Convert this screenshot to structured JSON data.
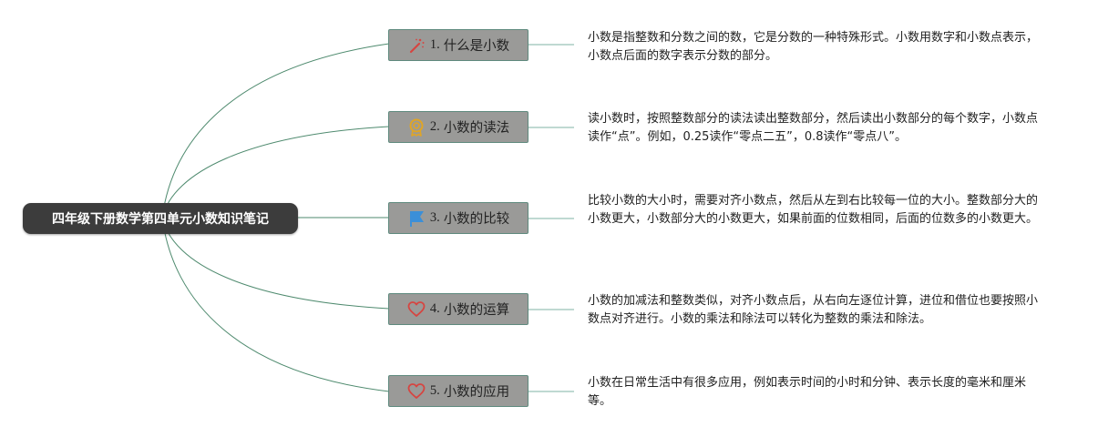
{
  "root": {
    "title": "四年级下册数学第四单元小数知识笔记"
  },
  "topics": [
    {
      "number": "1.",
      "label": "什么是小数",
      "icon": "magic-wand-icon",
      "description": "小数是指整数和分数之间的数，它是分数的一种特殊形式。小数用数字和小数点表示，小数点后面的数字表示分数的部分。"
    },
    {
      "number": "2.",
      "label": "小数的读法",
      "icon": "award-medal-icon",
      "description": "读小数时，按照整数部分的读法读出整数部分，然后读出小数部分的每个数字，小数点读作“点”。例如，0.25读作“零点二五”，0.8读作“零点八”。"
    },
    {
      "number": "3.",
      "label": "小数的比较",
      "icon": "flag-icon",
      "description": "比较小数的大小时，需要对齐小数点，然后从左到右比较每一位的大小。整数部分大的小数更大，小数部分大的小数更大，如果前面的位数相同，后面的位数多的小数更大。"
    },
    {
      "number": "4.",
      "label": "小数的运算",
      "icon": "heart-icon",
      "description": "小数的加减法和整数类似，对齐小数点后，从右向左逐位计算，进位和借位也要按照小数点对齐进行。小数的乘法和除法可以转化为整数的乘法和除法。"
    },
    {
      "number": "5.",
      "label": "小数的应用",
      "icon": "heart-icon",
      "description": "小数在日常生活中有很多应用，例如表示时间的小时和分钟、表示长度的毫米和厘米等。"
    }
  ],
  "colors": {
    "root_fill": "#3c3c3c",
    "topic_fill": "#9a9a98",
    "topic_border": "#5f8a7e",
    "link": "#4e8a6e",
    "wand": "#d64541",
    "medal": "#e0a526",
    "flag": "#3b8fd8",
    "heart": "#d64541"
  }
}
